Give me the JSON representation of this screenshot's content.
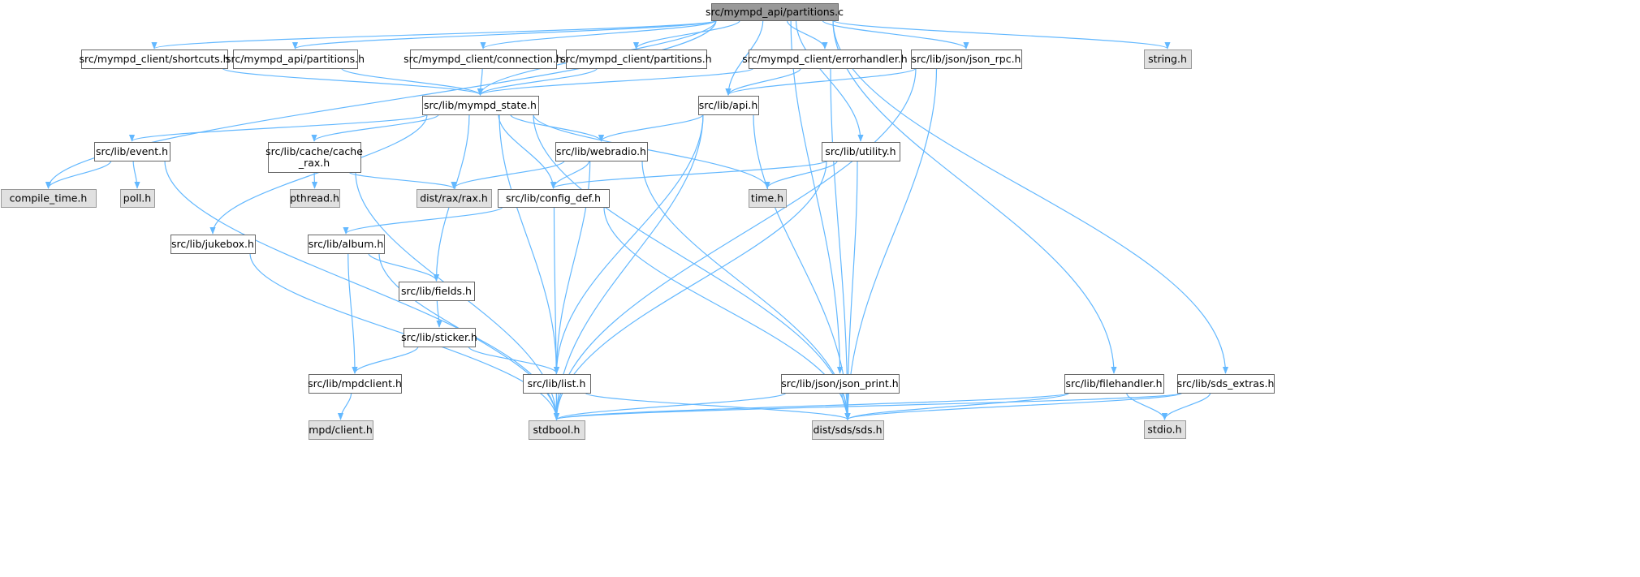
{
  "graph": {
    "title": "src/mympd_api/partitions.c",
    "nodes": [
      {
        "id": "partitions_c",
        "label": [
          "src/mympd_api/partitions.c"
        ],
        "kind": "main"
      },
      {
        "id": "compile_time",
        "label": [
          "compile_time.h"
        ],
        "kind": "system"
      },
      {
        "id": "shortcuts",
        "label": [
          "src/mympd_client/shortcuts.h"
        ],
        "kind": "local"
      },
      {
        "id": "api_partitions_h",
        "label": [
          "src/mympd_api/partitions.h"
        ],
        "kind": "local"
      },
      {
        "id": "connection",
        "label": [
          "src/mympd_client/connection.h"
        ],
        "kind": "local"
      },
      {
        "id": "client_partitions",
        "label": [
          "src/mympd_client/partitions.h"
        ],
        "kind": "local"
      },
      {
        "id": "errorhandler",
        "label": [
          "src/mympd_client/errorhandler.h"
        ],
        "kind": "local"
      },
      {
        "id": "json_rpc",
        "label": [
          "src/lib/json/json_rpc.h"
        ],
        "kind": "local"
      },
      {
        "id": "string_h",
        "label": [
          "string.h"
        ],
        "kind": "system"
      },
      {
        "id": "mympd_state",
        "label": [
          "src/lib/mympd_state.h"
        ],
        "kind": "local"
      },
      {
        "id": "api",
        "label": [
          "src/lib/api.h"
        ],
        "kind": "local"
      },
      {
        "id": "event",
        "label": [
          "src/lib/event.h"
        ],
        "kind": "local"
      },
      {
        "id": "cache_rax",
        "label": [
          "src/lib/cache/cache",
          "_rax.h"
        ],
        "kind": "local"
      },
      {
        "id": "webradio",
        "label": [
          "src/lib/webradio.h"
        ],
        "kind": "local"
      },
      {
        "id": "utility",
        "label": [
          "src/lib/utility.h"
        ],
        "kind": "local"
      },
      {
        "id": "poll",
        "label": [
          "poll.h"
        ],
        "kind": "system"
      },
      {
        "id": "pthread",
        "label": [
          "pthread.h"
        ],
        "kind": "system"
      },
      {
        "id": "rax",
        "label": [
          "dist/rax/rax.h"
        ],
        "kind": "system"
      },
      {
        "id": "config_def",
        "label": [
          "src/lib/config_def.h"
        ],
        "kind": "local"
      },
      {
        "id": "time_h",
        "label": [
          "time.h"
        ],
        "kind": "system"
      },
      {
        "id": "jukebox",
        "label": [
          "src/lib/jukebox.h"
        ],
        "kind": "local"
      },
      {
        "id": "album",
        "label": [
          "src/lib/album.h"
        ],
        "kind": "local"
      },
      {
        "id": "fields",
        "label": [
          "src/lib/fields.h"
        ],
        "kind": "local"
      },
      {
        "id": "sticker",
        "label": [
          "src/lib/sticker.h"
        ],
        "kind": "local"
      },
      {
        "id": "mpdclient",
        "label": [
          "src/lib/mpdclient.h"
        ],
        "kind": "local"
      },
      {
        "id": "list",
        "label": [
          "src/lib/list.h"
        ],
        "kind": "local"
      },
      {
        "id": "json_print",
        "label": [
          "src/lib/json/json_print.h"
        ],
        "kind": "local"
      },
      {
        "id": "filehandler",
        "label": [
          "src/lib/filehandler.h"
        ],
        "kind": "local"
      },
      {
        "id": "sds_extras",
        "label": [
          "src/lib/sds_extras.h"
        ],
        "kind": "local"
      },
      {
        "id": "mpd_client",
        "label": [
          "mpd/client.h"
        ],
        "kind": "system"
      },
      {
        "id": "stdbool",
        "label": [
          "stdbool.h"
        ],
        "kind": "system"
      },
      {
        "id": "sds",
        "label": [
          "dist/sds/sds.h"
        ],
        "kind": "system"
      },
      {
        "id": "stdio",
        "label": [
          "stdio.h"
        ],
        "kind": "system"
      }
    ],
    "edges": [
      [
        "partitions_c",
        "compile_time"
      ],
      [
        "partitions_c",
        "shortcuts"
      ],
      [
        "partitions_c",
        "api_partitions_h"
      ],
      [
        "partitions_c",
        "mympd_state"
      ],
      [
        "partitions_c",
        "connection"
      ],
      [
        "partitions_c",
        "client_partitions"
      ],
      [
        "partitions_c",
        "errorhandler"
      ],
      [
        "partitions_c",
        "api"
      ],
      [
        "partitions_c",
        "json_rpc"
      ],
      [
        "partitions_c",
        "utility"
      ],
      [
        "partitions_c",
        "json_print"
      ],
      [
        "partitions_c",
        "filehandler"
      ],
      [
        "partitions_c",
        "sds_extras"
      ],
      [
        "partitions_c",
        "string_h"
      ],
      [
        "shortcuts",
        "mympd_state"
      ],
      [
        "api_partitions_h",
        "mympd_state"
      ],
      [
        "connection",
        "mympd_state"
      ],
      [
        "client_partitions",
        "mympd_state"
      ],
      [
        "errorhandler",
        "mympd_state"
      ],
      [
        "errorhandler",
        "api"
      ],
      [
        "errorhandler",
        "sds"
      ],
      [
        "json_rpc",
        "api"
      ],
      [
        "json_rpc",
        "stdbool"
      ],
      [
        "json_rpc",
        "sds"
      ],
      [
        "mympd_state",
        "event"
      ],
      [
        "mympd_state",
        "cache_rax"
      ],
      [
        "mympd_state",
        "jukebox"
      ],
      [
        "mympd_state",
        "webradio"
      ],
      [
        "mympd_state",
        "config_def"
      ],
      [
        "mympd_state",
        "fields"
      ],
      [
        "mympd_state",
        "list"
      ],
      [
        "mympd_state",
        "time_h"
      ],
      [
        "mympd_state",
        "sds"
      ],
      [
        "api",
        "webradio"
      ],
      [
        "api",
        "list"
      ],
      [
        "api",
        "stdbool"
      ],
      [
        "api",
        "sds"
      ],
      [
        "event",
        "compile_time"
      ],
      [
        "event",
        "poll"
      ],
      [
        "event",
        "stdbool"
      ],
      [
        "cache_rax",
        "pthread"
      ],
      [
        "cache_rax",
        "rax"
      ],
      [
        "cache_rax",
        "stdbool"
      ],
      [
        "webradio",
        "rax"
      ],
      [
        "webradio",
        "config_def"
      ],
      [
        "webradio",
        "list"
      ],
      [
        "webradio",
        "sds"
      ],
      [
        "utility",
        "config_def"
      ],
      [
        "utility",
        "time_h"
      ],
      [
        "utility",
        "stdbool"
      ],
      [
        "utility",
        "sds"
      ],
      [
        "config_def",
        "album"
      ],
      [
        "config_def",
        "stdbool"
      ],
      [
        "config_def",
        "sds"
      ],
      [
        "jukebox",
        "stdbool"
      ],
      [
        "album",
        "fields"
      ],
      [
        "album",
        "mpdclient"
      ],
      [
        "album",
        "stdbool"
      ],
      [
        "fields",
        "sticker"
      ],
      [
        "sticker",
        "mpdclient"
      ],
      [
        "sticker",
        "list"
      ],
      [
        "mpdclient",
        "mpd_client"
      ],
      [
        "list",
        "stdbool"
      ],
      [
        "list",
        "sds"
      ],
      [
        "json_print",
        "stdbool"
      ],
      [
        "json_print",
        "sds"
      ],
      [
        "filehandler",
        "stdbool"
      ],
      [
        "filehandler",
        "sds"
      ],
      [
        "filehandler",
        "stdio"
      ],
      [
        "sds_extras",
        "stdbool"
      ],
      [
        "sds_extras",
        "sds"
      ],
      [
        "sds_extras",
        "stdio"
      ]
    ],
    "colors": {
      "edge": "#63b8ff",
      "main_fill": "#999999",
      "system_fill": "#e0e0e0",
      "border": "#666666"
    }
  }
}
